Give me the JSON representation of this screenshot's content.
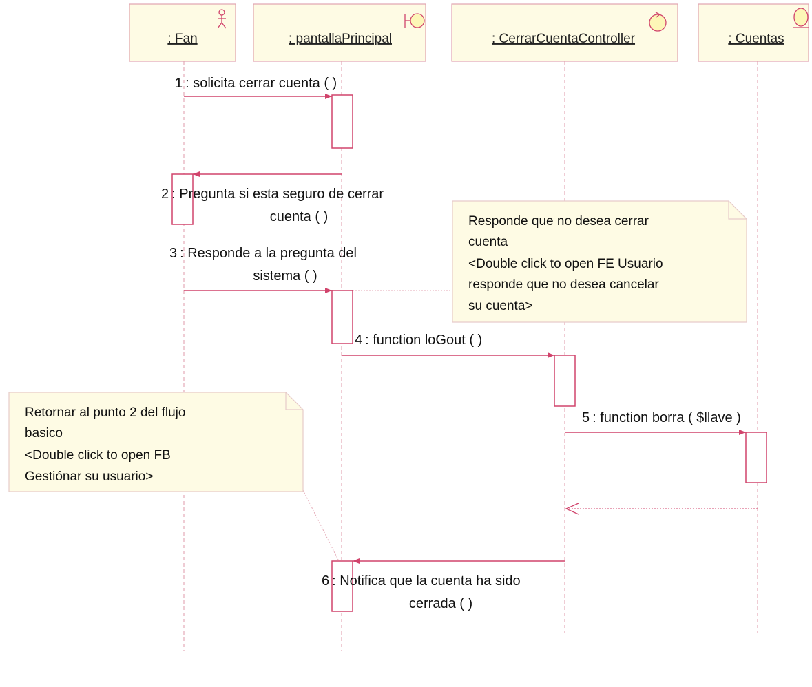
{
  "participants": [
    {
      "name": ": Fan",
      "kind": "actor"
    },
    {
      "name": ": pantallaPrincipal",
      "kind": "boundary"
    },
    {
      "name": ": CerrarCuentaController",
      "kind": "control"
    },
    {
      "name": ": Cuentas",
      "kind": "entity"
    }
  ],
  "messages": [
    {
      "number": "1",
      "line1": ": solicita cerrar cuenta ( )",
      "line2": "",
      "from": 0,
      "to": 1
    },
    {
      "number": "2",
      "line1": ": Pregunta si esta seguro de cerrar",
      "line2": "cuenta ( )",
      "from": 1,
      "to": 0
    },
    {
      "number": "3",
      "line1": ": Responde a la pregunta del",
      "line2": "sistema ( )",
      "from": 0,
      "to": 1
    },
    {
      "number": "4",
      "line1": ": function loGout ( )",
      "line2": "",
      "from": 1,
      "to": 2
    },
    {
      "number": "5",
      "line1": ": function borra ( $llave )",
      "line2": "",
      "from": 2,
      "to": 3
    },
    {
      "number": "",
      "line1": "",
      "line2": "",
      "from": 3,
      "to": 2,
      "type": "return"
    },
    {
      "number": "6",
      "line1": ": Notifica que la cuenta ha sido",
      "line2": "cerrada ( )",
      "from": 2,
      "to": 1
    }
  ],
  "notes": [
    {
      "lines": [
        "Responde que no desea cerrar",
        "cuenta",
        "<Double click to open FE Usuario",
        "responde que no desea cancelar",
        "su cuenta>"
      ]
    },
    {
      "lines": [
        "Retornar al punto 2 del flujo",
        "basico",
        "<Double click to open FB",
        "Gestiónar su usuario>"
      ]
    }
  ],
  "colors": {
    "participant_fill": "#fefbe4",
    "participant_border": "#e1a3b0",
    "lifeline": "#e4aab7",
    "message": "#d1446c",
    "note_fill": "#fefbe4",
    "note_border": "#e7cbc9"
  }
}
